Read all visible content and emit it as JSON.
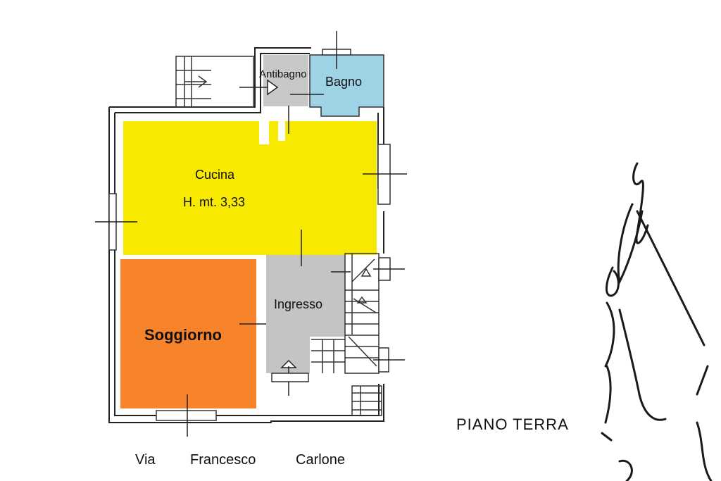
{
  "rooms": {
    "antibagno": {
      "label": "Antibagno",
      "color": "#c8c8c8"
    },
    "bagno": {
      "label": "Bagno",
      "color": "#9ed3e6"
    },
    "cucina": {
      "label": "Cucina",
      "height": "H. mt. 3,33",
      "color": "#f7ea00"
    },
    "soggiorno": {
      "label": "Soggiorno",
      "color": "#f7832a"
    },
    "ingresso": {
      "label": "Ingresso",
      "color": "#c4c4c4"
    }
  },
  "floor_label": "PIANO TERRA",
  "street": [
    "Via",
    "Francesco",
    "Carlone"
  ],
  "icons": [
    "signature-icon",
    "watermark-icon"
  ]
}
